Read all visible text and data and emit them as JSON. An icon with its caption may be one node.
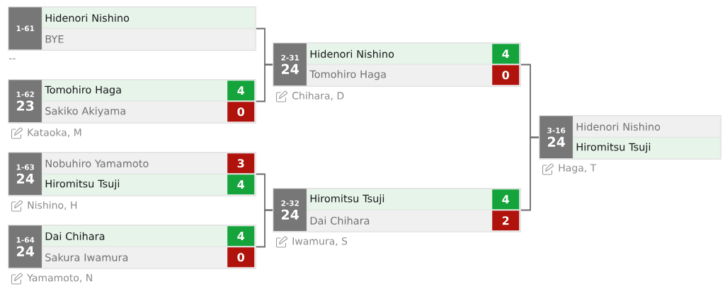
{
  "diagram": {
    "nodes": [
      {
        "text": [],
        "shape": "box",
        "beside": [
          "--"
        ]
      },
      {
        "text": [
          "1-61"
        ],
        "in": 0
      },
      {
        "text": [
          "Hidenori Nishino"
        ],
        "in": 0
      },
      {
        "text": [
          "BYE"
        ],
        "in": 0
      },
      {
        "text": [],
        "shape": "box",
        "beside": [
          "Kataoka, M"
        ]
      },
      {
        "text": [
          "1-62",
          "23"
        ],
        "in": 4
      },
      {
        "text": [
          "Tomohiro Haga"
        ],
        "in": 4
      },
      {
        "text": [
          "4"
        ],
        "in": 6
      },
      {
        "text": [
          "Sakiko Akiyama"
        ],
        "in": 4
      },
      {
        "text": [
          "0"
        ],
        "in": 8
      },
      {
        "text": [],
        "shape": "box",
        "beside": [
          "Nishino, H"
        ]
      },
      {
        "text": [
          "1-63",
          "24"
        ],
        "in": 10
      },
      {
        "text": [
          "Nobuhiro Yamamoto"
        ],
        "in": 10
      },
      {
        "text": [
          "3"
        ],
        "in": 12
      },
      {
        "text": [
          "Hiromitsu Tsuji"
        ],
        "in": 10
      },
      {
        "text": [
          "4"
        ],
        "in": 14
      },
      {
        "text": [],
        "shape": "box",
        "beside": [
          "Yamamoto, N"
        ]
      },
      {
        "text": [
          "1-64",
          "24"
        ],
        "in": 16
      },
      {
        "text": [
          "Dai Chihara"
        ],
        "in": 16
      },
      {
        "text": [
          "4"
        ],
        "in": 18
      },
      {
        "text": [
          "Sakura Iwamura"
        ],
        "in": 16
      },
      {
        "text": [
          "0"
        ],
        "in": 20
      },
      {
        "text": [],
        "shape": "box",
        "beside": [
          "Chihara, D"
        ]
      },
      {
        "text": [
          "2-31",
          "24"
        ],
        "in": 22
      },
      {
        "text": [
          "Hidenori Nishino"
        ],
        "in": 22
      },
      {
        "text": [
          "4"
        ],
        "in": 24
      },
      {
        "text": [
          "Tomohiro Haga"
        ],
        "in": 22
      },
      {
        "text": [
          "0"
        ],
        "in": 26
      },
      {
        "text": [],
        "shape": "box",
        "beside": [
          "Iwamura, S"
        ]
      },
      {
        "text": [
          "2-32",
          "24"
        ],
        "in": 28
      },
      {
        "text": [
          "Hiromitsu Tsuji"
        ],
        "in": 28
      },
      {
        "text": [
          "4"
        ],
        "in": 30
      },
      {
        "text": [
          "Dai Chihara"
        ],
        "in": 28
      },
      {
        "text": [
          "2"
        ],
        "in": 32
      },
      {
        "text": [],
        "shape": "box",
        "beside": [
          "Haga, T"
        ]
      },
      {
        "text": [
          "3-16",
          "24"
        ],
        "in": 34
      },
      {
        "text": [
          "Hidenori Nishino"
        ],
        "in": 34
      },
      {
        "text": [
          "Hiromitsu Tsuji"
        ],
        "in": 34
      }
    ],
    "edges": [
      {
        "from": 0,
        "to": 22,
        "arrow": "none"
      },
      {
        "from": 4,
        "to": 22,
        "arrow": "none"
      },
      {
        "from": 10,
        "to": 28,
        "arrow": "none"
      },
      {
        "from": 16,
        "to": 28,
        "arrow": "none"
      },
      {
        "from": 22,
        "to": 34,
        "arrow": "none"
      },
      {
        "from": 28,
        "to": 34,
        "arrow": "none"
      }
    ]
  }
}
